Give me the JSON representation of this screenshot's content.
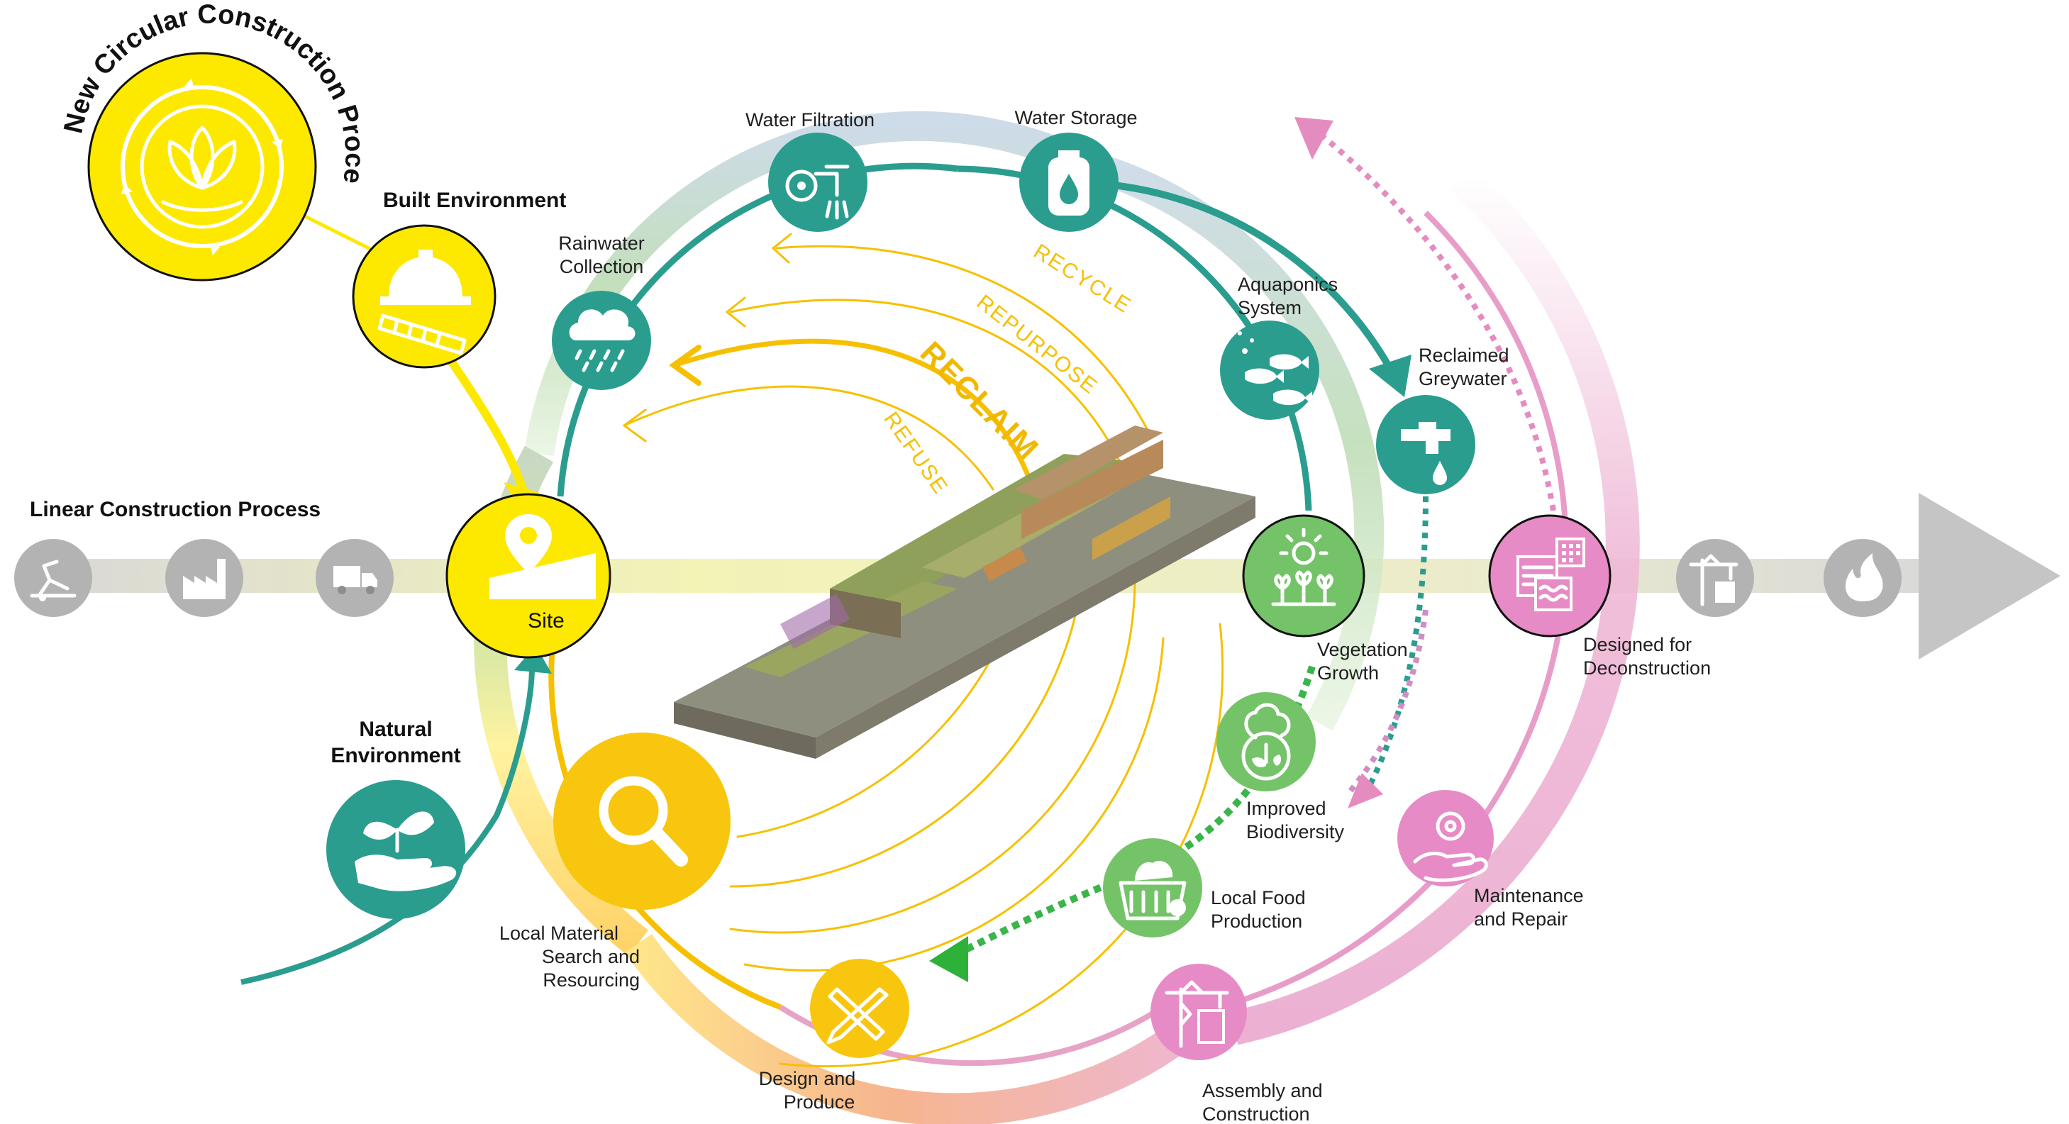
{
  "title": "New Circular Construction Process",
  "linear_process": {
    "label": "Linear Construction Process",
    "stage_icons": [
      "excavator-icon",
      "factory-icon",
      "truck-icon",
      "tower-crane-icon",
      "fire-icon"
    ]
  },
  "inputs": {
    "built_environment": "Built Environment",
    "natural_environment": "Natural Environment",
    "site": "Site"
  },
  "strategies": {
    "recycle": "RECYCLE",
    "repurpose": "REPURPOSE",
    "reclaim": "RECLAIM",
    "refuse": "REFUSE"
  },
  "water_cycle": {
    "rainwater_collection": "Rainwater\nCollection",
    "water_filtration": "Water Filtration",
    "water_storage": "Water Storage",
    "aquaponics_system": "Aquaponics\nSystem",
    "reclaimed_greywater": "Reclaimed\nGreywater"
  },
  "ecology_cycle": {
    "vegetation_growth": "Vegetation\nGrowth",
    "improved_biodiversity": "Improved\nBiodiversity",
    "local_food_production": "Local Food\nProduction"
  },
  "material_cycle": {
    "local_material_search": "Local Material\nSearch and\nResourcing",
    "design_and_produce": "Design and\nProduce",
    "assembly_and_construction": "Assembly and\nConstruction",
    "maintenance_and_repair": "Maintenance\nand Repair",
    "designed_for_deconstruction": "Designed for\nDeconstruction"
  },
  "colors": {
    "yellow": "#fde900",
    "gold": "#f6c000",
    "teal": "#2a9d8f",
    "green": "#74c368",
    "pink": "#e689bf",
    "grey": "#b9b9b9",
    "linear_band": "#f2f2b8"
  }
}
